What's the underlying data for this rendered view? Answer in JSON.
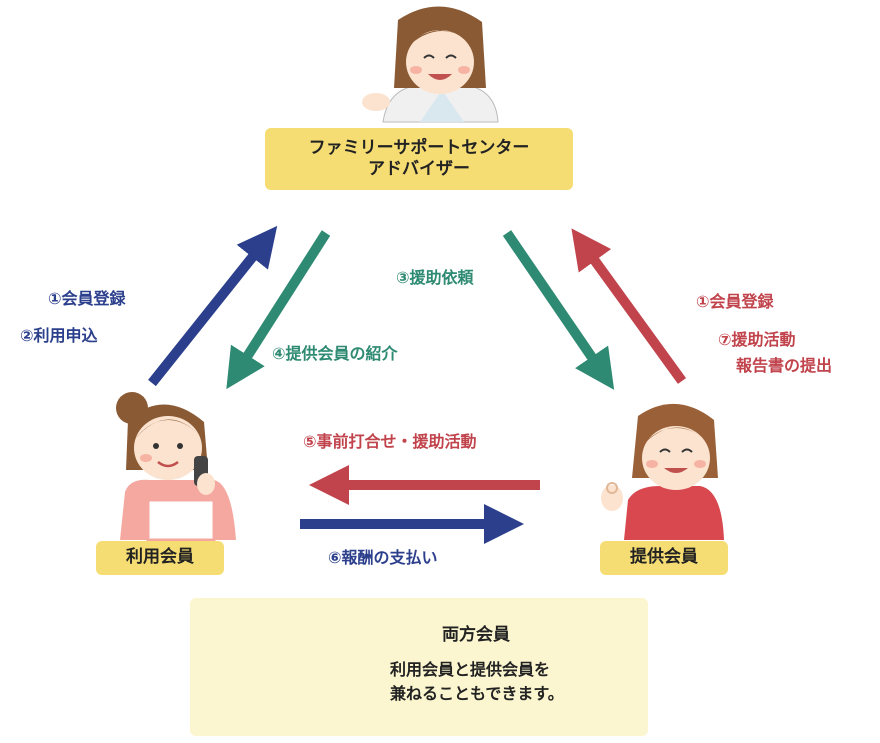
{
  "center": {
    "line1": "ファミリーサポートセンター",
    "line2": "アドバイザー"
  },
  "user_member": {
    "label": "利用会員"
  },
  "provider_member": {
    "label": "提供会員"
  },
  "left_labels": {
    "step1": "①会員登録",
    "step2": "②利用申込"
  },
  "left_intro": "④提供会員の紹介",
  "right_request": "③援助依頼",
  "right_labels": {
    "step1": "①会員登録",
    "step7_line1": "⑦援助活動",
    "step7_line2": "報告書の提出"
  },
  "middle_labels": {
    "step5": "⑤事前打合せ・援助活動",
    "step6": "⑥報酬の支払い"
  },
  "both_members": {
    "title": "両方会員",
    "desc_line1": "利用会員と提供会員を",
    "desc_line2": "兼ねることもできます。"
  },
  "colors": {
    "blue": "#2b3f8c",
    "teal": "#2e8a72",
    "red": "#c1444d",
    "box": "#f5dc73",
    "box_light": "#fbf6cf"
  },
  "icons": [
    "advisor-woman-illustration",
    "user-mother-phone-illustration",
    "provider-woman-illustration",
    "mother-child-illustration"
  ]
}
